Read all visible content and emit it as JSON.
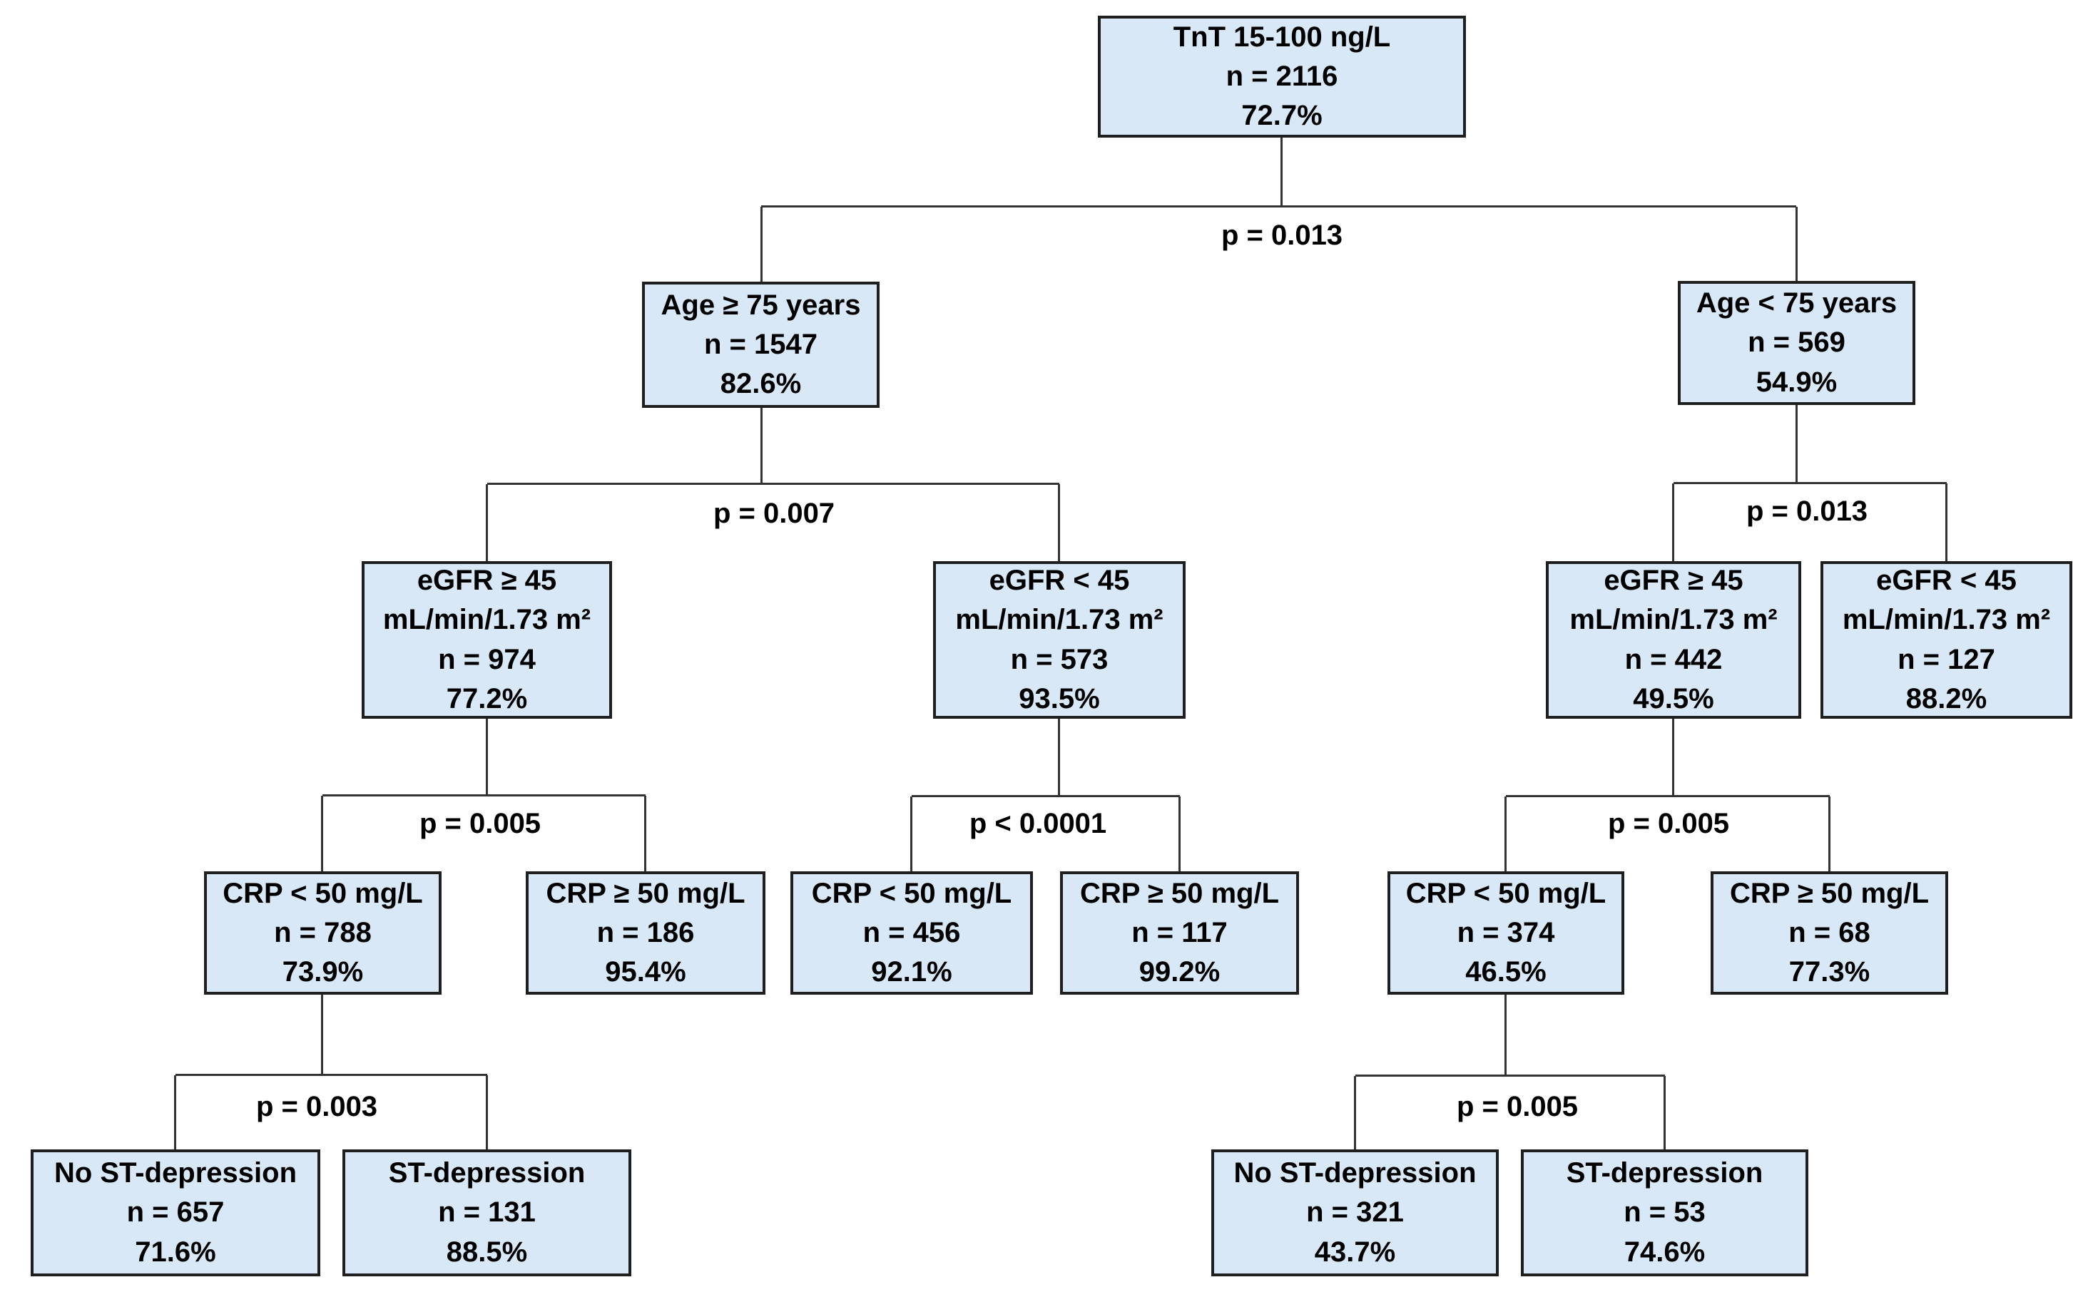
{
  "figure": {
    "type": "decision-tree",
    "description": "CART decision tree of TnT cohort split by age, eGFR, CRP and ST-depression with n and event percentage per node",
    "colors": {
      "node_fill": "#d9e8f6",
      "node_border": "#1f1f1f",
      "connector": "#333333",
      "text": "#000000",
      "background": "#ffffff"
    }
  },
  "nodes": {
    "root": {
      "title": "TnT 15-100 ng/L",
      "n": "n = 2116",
      "pct": "72.7%"
    },
    "age_ge75": {
      "title": "Age ≥ 75 years",
      "n": "n = 1547",
      "pct": "82.6%"
    },
    "age_lt75": {
      "title": "Age < 75 years",
      "n": "n = 569",
      "pct": "54.9%"
    },
    "egfr_ge45_left": {
      "title": "eGFR ≥ 45",
      "unit": "mL/min/1.73 m²",
      "n": "n = 974",
      "pct": "77.2%"
    },
    "egfr_lt45_left": {
      "title": "eGFR < 45",
      "unit": "mL/min/1.73 m²",
      "n": "n = 573",
      "pct": "93.5%"
    },
    "egfr_ge45_right": {
      "title": "eGFR ≥ 45",
      "unit": "mL/min/1.73 m²",
      "n": "n = 442",
      "pct": "49.5%"
    },
    "egfr_lt45_right": {
      "title": "eGFR < 45",
      "unit": "mL/min/1.73 m²",
      "n": "n = 127",
      "pct": "88.2%"
    },
    "crp_lt50_left": {
      "title": "CRP < 50 mg/L",
      "n": "n = 788",
      "pct": "73.9%"
    },
    "crp_ge50_left": {
      "title": "CRP ≥ 50 mg/L",
      "n": "n = 186",
      "pct": "95.4%"
    },
    "crp_lt50_mid": {
      "title": "CRP < 50 mg/L",
      "n": "n = 456",
      "pct": "92.1%"
    },
    "crp_ge50_mid": {
      "title": "CRP ≥ 50 mg/L",
      "n": "n = 117",
      "pct": "99.2%"
    },
    "crp_lt50_right": {
      "title": "CRP < 50 mg/L",
      "n": "n = 374",
      "pct": "46.5%"
    },
    "crp_ge50_right": {
      "title": "CRP ≥ 50 mg/L",
      "n": "n = 68",
      "pct": "77.3%"
    },
    "no_st_left": {
      "title": "No ST-depression",
      "n": "n = 657",
      "pct": "71.6%"
    },
    "st_left": {
      "title": "ST-depression",
      "n": "n = 131",
      "pct": "88.5%"
    },
    "no_st_right": {
      "title": "No ST-depression",
      "n": "n = 321",
      "pct": "43.7%"
    },
    "st_right": {
      "title": "ST-depression",
      "n": "n = 53",
      "pct": "74.6%"
    }
  },
  "p_values": {
    "root_split": "p = 0.013",
    "age_left_split": "p = 0.007",
    "age_right_split": "p = 0.013",
    "egfr_left_split": "p = 0.005",
    "egfr_mid_split": "p < 0.0001",
    "egfr_right_split": "p = 0.005",
    "crp_left_split": "p = 0.003",
    "crp_right_split": "p = 0.005"
  }
}
